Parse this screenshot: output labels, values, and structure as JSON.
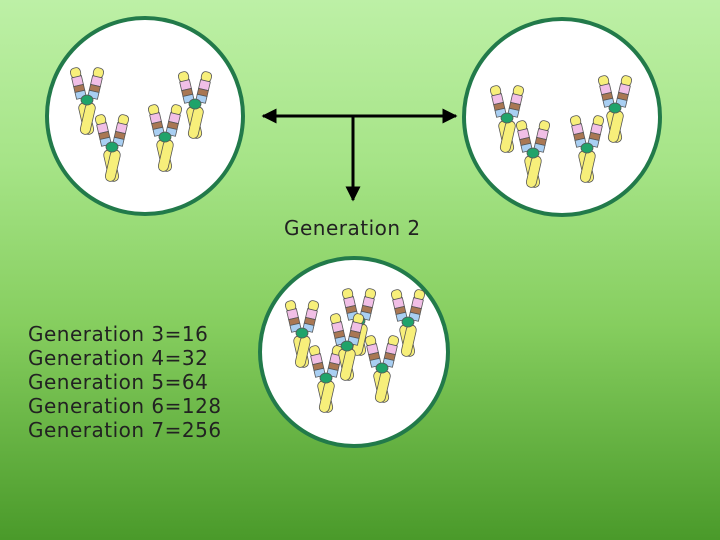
{
  "diagram": {
    "label": "Generation 2",
    "generations": [
      "Generation 3=16",
      "Generation 4=32",
      "Generation 5=64",
      "Generation 6=128",
      "Generation 7=256"
    ]
  }
}
